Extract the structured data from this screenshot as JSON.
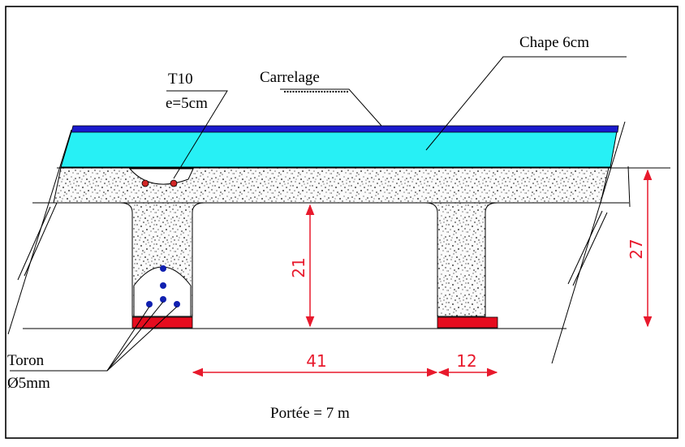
{
  "labels": {
    "chape": "Chape 6cm",
    "carrelage": "Carrelage",
    "t10": "T10",
    "spacing": "e=5cm",
    "toron": "Toron",
    "diameter": "Ø5mm",
    "portee": "Portée = 7 m"
  },
  "dimensions": {
    "rib_height": "21",
    "total_height": "27",
    "rib_spacing": "41",
    "rib_width": "12"
  },
  "colors": {
    "carrelage": "#1a1acc",
    "chape": "#27f0f5",
    "dimension": "#e8192c",
    "rebar_top": "#d12626",
    "rebar_toron": "#1020b0",
    "base_strip": "#e60c1e"
  }
}
